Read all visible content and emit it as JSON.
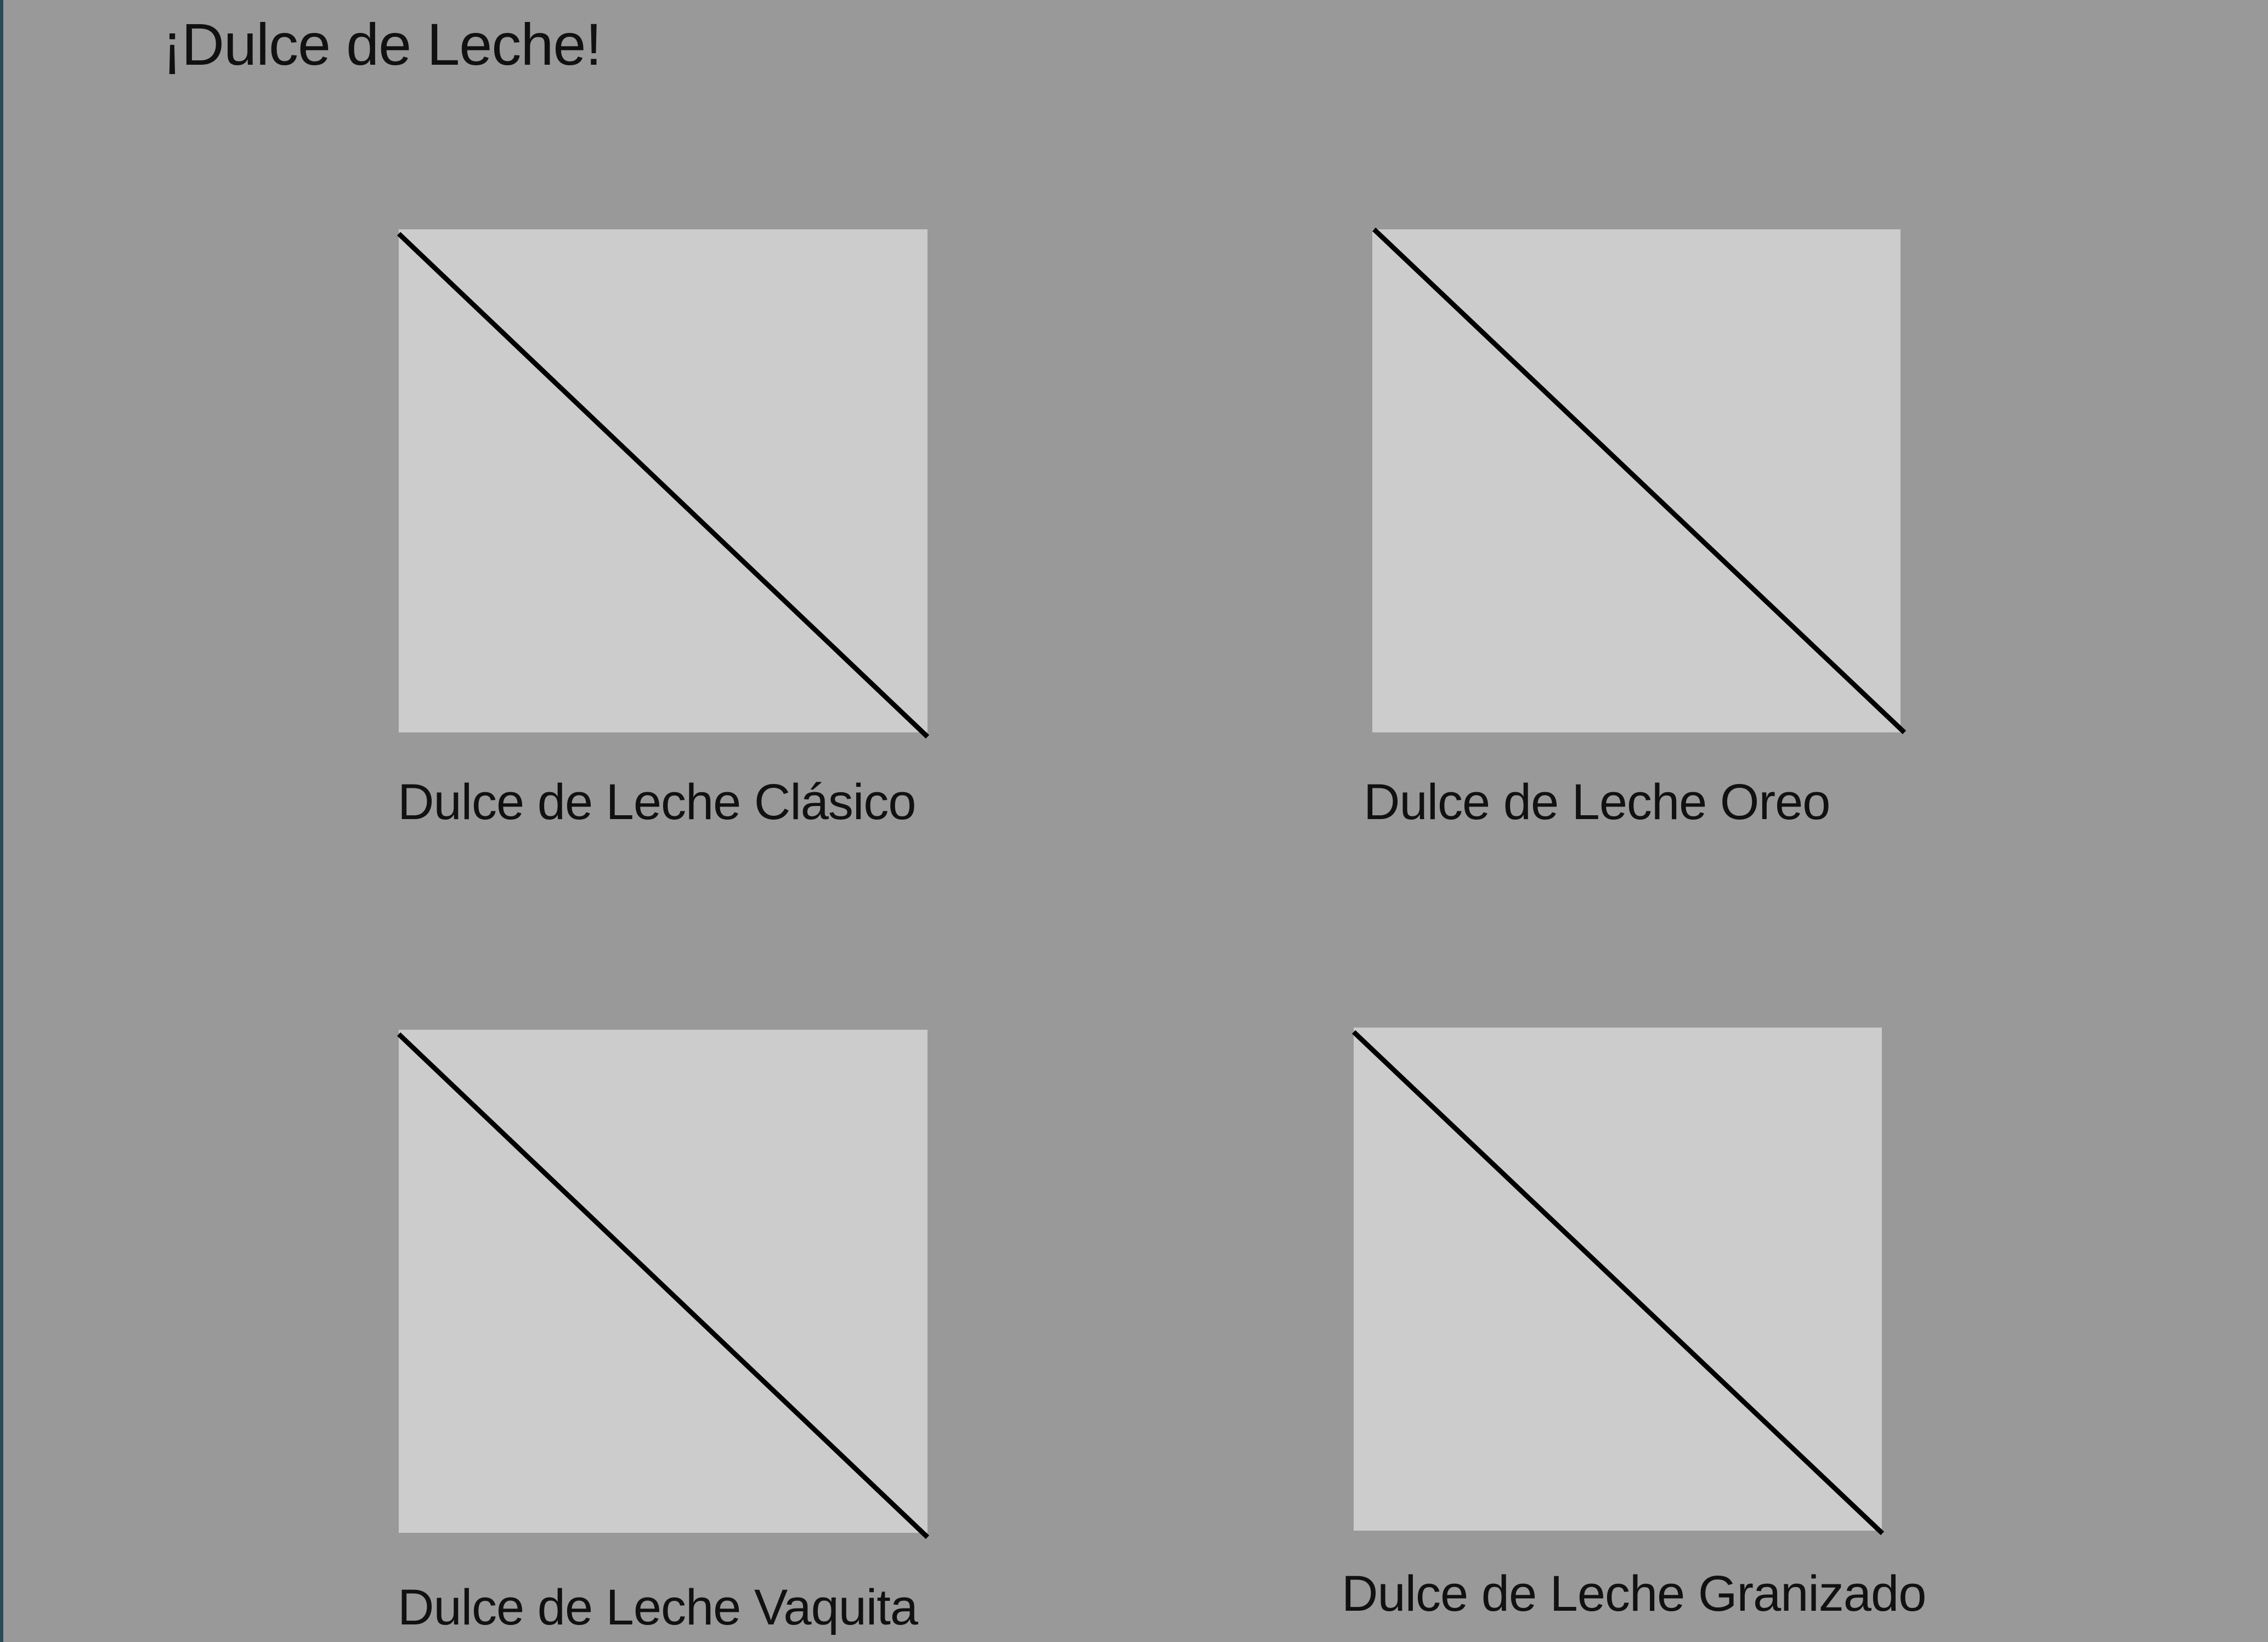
{
  "page": {
    "title": "¡Dulce de Leche!",
    "background_color": "#999999",
    "placeholder_color": "#cccccc"
  },
  "products": [
    {
      "name": "Dulce de Leche Clásico",
      "image_icon": "image-placeholder-icon"
    },
    {
      "name": "Dulce de Leche Oreo",
      "image_icon": "image-placeholder-icon"
    },
    {
      "name": "Dulce de Leche Vaquita",
      "image_icon": "image-placeholder-icon"
    },
    {
      "name": "Dulce de Leche Granizado",
      "image_icon": "image-placeholder-icon"
    }
  ]
}
